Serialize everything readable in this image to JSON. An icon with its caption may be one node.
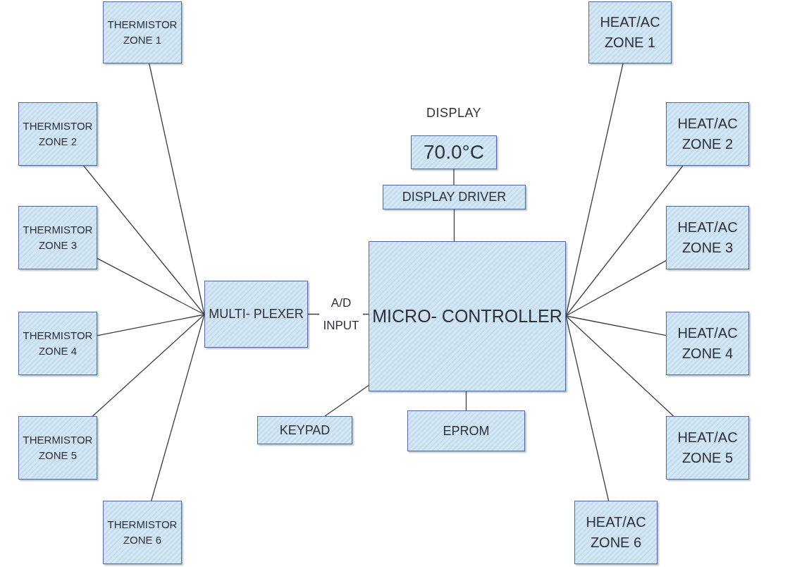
{
  "diagram": {
    "nodes": [
      {
        "text": [
          "THERMISTOR ZONE 1"
        ]
      },
      {
        "text": [
          "HEAT/AC ZONE 1"
        ]
      },
      {
        "text": [
          "DISPLAY",
          "70.0°C"
        ]
      },
      {
        "text": [
          "THERMISTOR ZONE 2"
        ]
      },
      {
        "text": [
          "HEAT/AC ZONE 2"
        ]
      },
      {
        "text": [
          "DISPLAY DRIVER"
        ]
      },
      {
        "text": [
          "THERMISTOR ZONE 3"
        ]
      },
      {
        "text": [
          "HEAT/AC ZONE 3"
        ]
      },
      {
        "text": [
          "MULTI- PLEXER"
        ]
      },
      {
        "text": [
          "MICRO- CONTROLLER"
        ]
      },
      {
        "text": [
          "THERMISTOR ZONE 4"
        ]
      },
      {
        "text": [
          "HEAT/AC ZONE 4"
        ]
      },
      {
        "text": [
          "KEYPAD"
        ]
      },
      {
        "text": [
          "EPROM"
        ]
      },
      {
        "text": [
          "THERMISTOR ZONE 5"
        ]
      },
      {
        "text": [
          "HEAT/AC ZONE 5"
        ]
      },
      {
        "text": [
          "THERMISTOR ZONE 6"
        ]
      },
      {
        "text": [
          "HEAT/AC ZONE 6"
        ]
      }
    ],
    "edges": [
      {
        "from": 0,
        "to": 8,
        "arrow": "none"
      },
      {
        "from": 3,
        "to": 8,
        "arrow": "none"
      },
      {
        "from": 6,
        "to": 8,
        "arrow": "none"
      },
      {
        "from": 10,
        "to": 8,
        "arrow": "none"
      },
      {
        "from": 14,
        "to": 8,
        "arrow": "none"
      },
      {
        "from": 16,
        "to": 8,
        "arrow": "none"
      },
      {
        "from": 8,
        "to": 9,
        "arrow": "none",
        "label": "A/D INPUT"
      },
      {
        "from": 9,
        "to": 1,
        "arrow": "none"
      },
      {
        "from": 9,
        "to": 4,
        "arrow": "none"
      },
      {
        "from": 9,
        "to": 7,
        "arrow": "none"
      },
      {
        "from": 9,
        "to": 11,
        "arrow": "none"
      },
      {
        "from": 9,
        "to": 15,
        "arrow": "none"
      },
      {
        "from": 9,
        "to": 17,
        "arrow": "none"
      },
      {
        "from": 5,
        "to": 2,
        "arrow": "none"
      },
      {
        "from": 9,
        "to": 5,
        "arrow": "none"
      },
      {
        "from": 12,
        "to": 9,
        "arrow": "none"
      },
      {
        "from": 9,
        "to": 13,
        "arrow": "none"
      }
    ]
  }
}
